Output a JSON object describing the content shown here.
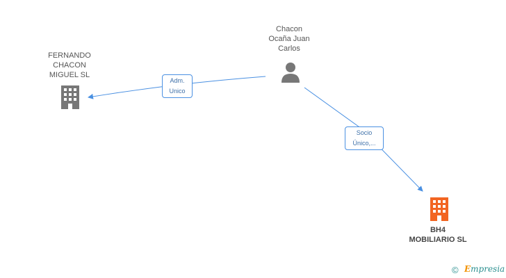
{
  "nodes": {
    "person": {
      "label": "Chacon\nOcaña Juan\nCarlos",
      "icon": "person-icon"
    },
    "fernando": {
      "label": "FERNANDO\nCHACON\nMIGUEL  SL",
      "icon": "building-icon"
    },
    "bh4": {
      "label": "BH4\nMOBILIARIO SL",
      "icon": "building-icon",
      "highlight_color": "#f26522"
    }
  },
  "edges": [
    {
      "label": "Adm.\nUnico",
      "from": "person",
      "to": "fernando"
    },
    {
      "label": "Socio\nÚnico,...",
      "from": "person",
      "to": "bh4"
    }
  ],
  "colors": {
    "edge": "#4a90e2",
    "icon_default": "#777777",
    "icon_highlight": "#f26522"
  },
  "watermark": {
    "symbol": "©",
    "brand_initial": "E",
    "brand_rest": "mpresia"
  }
}
